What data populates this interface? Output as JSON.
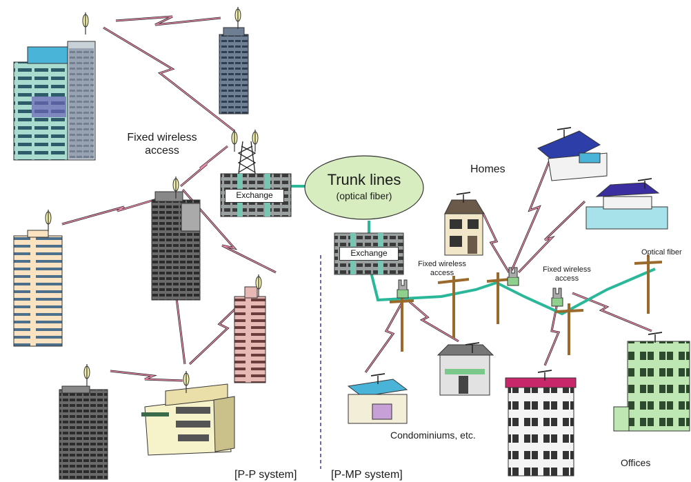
{
  "labels": {
    "fixed_wireless_left": "Fixed wireless access",
    "exchange_top": "Exchange",
    "exchange_bottom": "Exchange",
    "trunk_title": "Trunk lines",
    "trunk_sub": "(optical fiber)",
    "homes": "Homes",
    "fixed_wireless_mid": "Fixed wireless access",
    "fixed_wireless_right": "Fixed wireless access",
    "optical_fiber": "Optical fiber",
    "condominiums": "Condominiums, etc.",
    "offices": "Offices",
    "pp_system": "[P-P system]",
    "pmp_system": "[P-MP system]"
  },
  "colors": {
    "fiber": "#2ab79a",
    "radio_link": "#e88aa8",
    "pole": "#9a6a2c",
    "trunk_fill": "#d8edbf",
    "divider": "#3a3a8a"
  }
}
